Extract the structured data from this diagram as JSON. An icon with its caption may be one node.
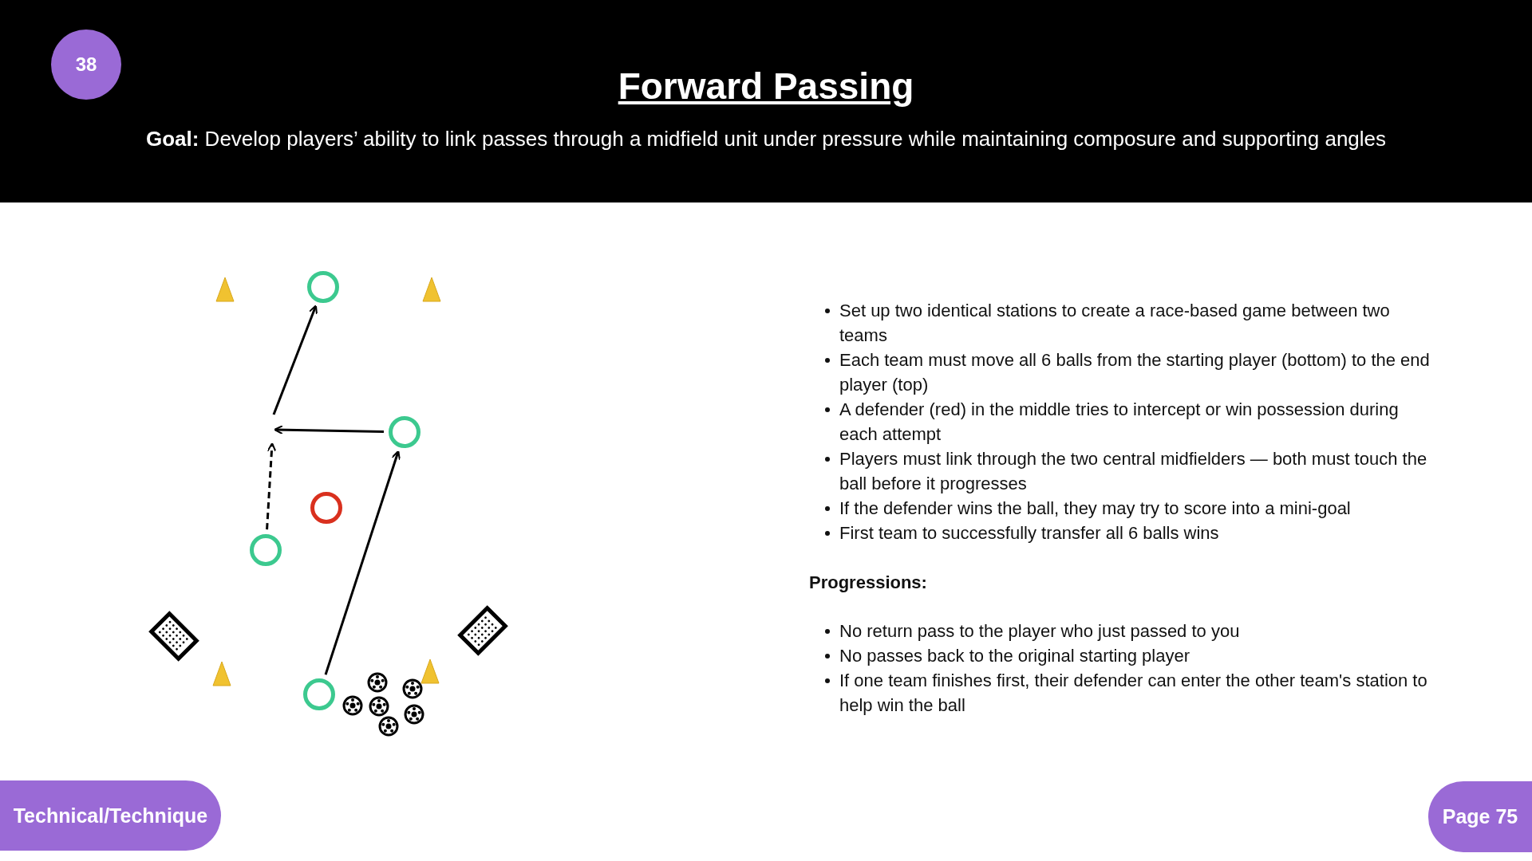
{
  "diagram": {
    "title": "Forward Passing",
    "nodes": [
      {
        "text": [],
        "shape": "circle"
      },
      {
        "text": [],
        "shape": "circle"
      },
      {
        "text": [],
        "shape": "circle"
      },
      {
        "text": [],
        "shape": "circle"
      },
      {
        "text": [],
        "shape": "circle"
      }
    ],
    "edges": [
      {
        "from": 4,
        "to": 1,
        "arrow": "to"
      },
      {
        "from": 1,
        "to": null,
        "arrow": "to"
      },
      {
        "from": 3,
        "to": null,
        "arrow": "to",
        "style": "dashed"
      },
      {
        "from": null,
        "to": 0,
        "arrow": "to"
      }
    ],
    "labels": [
      "38",
      "**Goal:** Develop players’ ability to link passes through a midfield unit under pressure while maintaining composure and supporting angles",
      "Set up two identical stations to create a race-based game between two teams",
      "Each team must move all 6 balls from the starting player (bottom) to the end player (top)",
      "A defender (red) in the middle tries to intercept or win possession during each attempt",
      "Players must link through the two central midfielders — both must touch the ball before it progresses",
      "If the defender wins the ball, they may try to score into a mini-goal",
      "First team to successfully transfer all 6 balls wins",
      "Progressions:",
      "No return pass to the player who just passed to you",
      "No passes back to the original starting player",
      "If one team finishes first, their defender can enter the other team's station to help win the ball",
      "Technical/Technique",
      "Page 75"
    ]
  }
}
